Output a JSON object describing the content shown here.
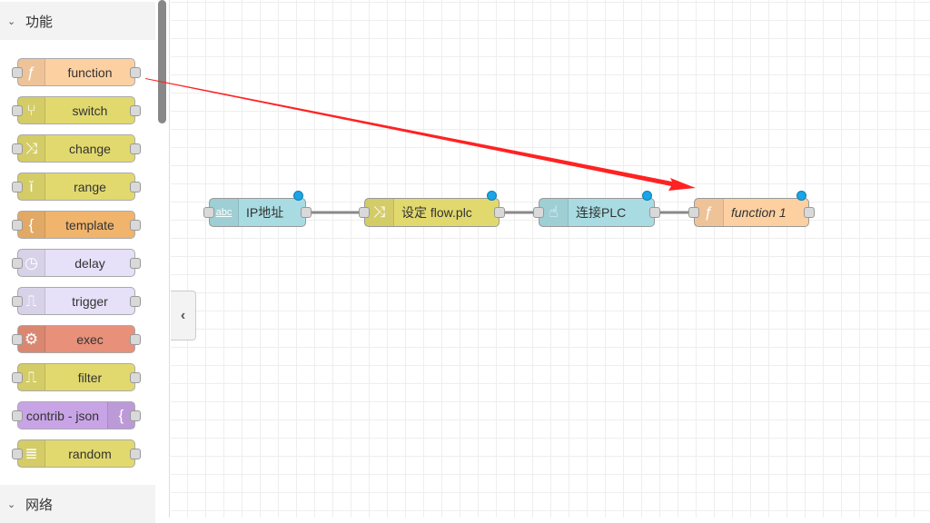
{
  "sidebar": {
    "categories": [
      {
        "label": "功能"
      },
      {
        "label": "网络"
      }
    ],
    "nodes": [
      {
        "label": "function",
        "icon": "ƒ",
        "color": "#fdd0a2"
      },
      {
        "label": "switch",
        "icon": "⑂",
        "color": "#e2d96e"
      },
      {
        "label": "change",
        "icon": "⤨",
        "color": "#e2d96e"
      },
      {
        "label": "range",
        "icon": "ǐ",
        "color": "#e2d96e"
      },
      {
        "label": "template",
        "icon": "{",
        "color": "#f0b46c"
      },
      {
        "label": "delay",
        "icon": "◷",
        "color": "#e6e0f8"
      },
      {
        "label": "trigger",
        "icon": "⎍",
        "color": "#e6e0f8"
      },
      {
        "label": "exec",
        "icon": "⚙",
        "color": "#e8907a"
      },
      {
        "label": "filter",
        "icon": "⎍",
        "color": "#e2d96e"
      },
      {
        "label": "contrib - json",
        "icon": "{",
        "color": "#c8a4e6"
      },
      {
        "label": "random",
        "icon": "≣",
        "color": "#e2d96e"
      }
    ]
  },
  "flow": {
    "nodes": [
      {
        "label": "IP地址",
        "icon": "abc",
        "color": "#a8dce2"
      },
      {
        "label": "设定 flow.plc",
        "icon": "⤨",
        "color": "#e2d96e"
      },
      {
        "label": "连接PLC",
        "icon": "☝",
        "color": "#a8dce2"
      },
      {
        "label": "function 1",
        "icon": "ƒ",
        "color": "#fdd0a2"
      }
    ]
  },
  "collapse_icon": "‹"
}
